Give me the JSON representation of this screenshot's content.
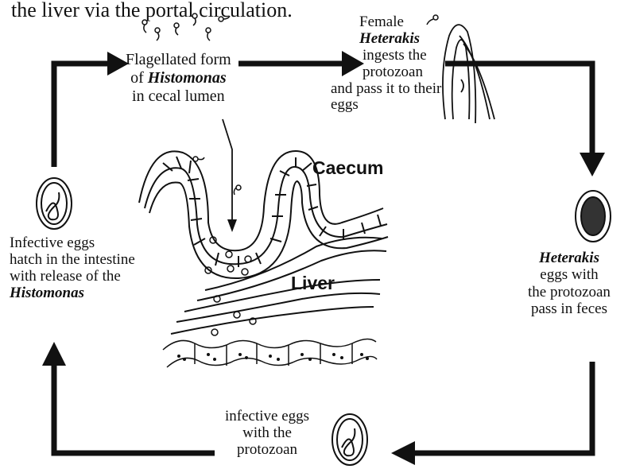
{
  "header_text": "the liver via the portal circulation.",
  "labels": {
    "flagellated": {
      "line1": "Flagellated form",
      "line2_prefix": "of ",
      "line2_italic": "Histomonas",
      "line3": "in cecal lumen"
    },
    "female": {
      "line1": "Female",
      "line2": "Heterakis",
      "line3": "ingests the",
      "line4": "protozoan",
      "line5": "and pass it to their",
      "line6": "eggs"
    },
    "caecum": "Caecum",
    "liver": "Liver",
    "infective_hatch": {
      "line1": "Infective eggs",
      "line2": "hatch in the intestine",
      "line3": "with release of the",
      "line4": "Histomonas"
    },
    "heterakis_eggs": {
      "line1": "Heterakis",
      "line2": "eggs with",
      "line3": "the protozoan",
      "line4": "pass in feces"
    },
    "infective_eggs": {
      "line1": "infective eggs",
      "line2": "with the",
      "line3": "protozoan"
    }
  },
  "colors": {
    "ink": "#111111",
    "background": "#ffffff"
  }
}
